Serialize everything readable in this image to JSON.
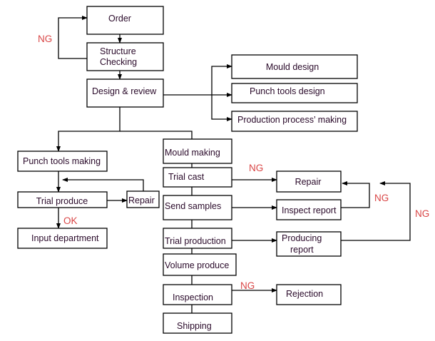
{
  "diagram": {
    "type": "flowchart",
    "colors": {
      "box_stroke": "#000000",
      "text": "#2a0a2a",
      "status_label": "#d94545"
    },
    "nodes": [
      {
        "id": "order",
        "label": [
          "Order"
        ]
      },
      {
        "id": "structure_checking",
        "label": [
          "Structure",
          "Checking"
        ]
      },
      {
        "id": "design_review",
        "label": [
          "Design & review"
        ]
      },
      {
        "id": "mould_design",
        "label": [
          "Mould design"
        ]
      },
      {
        "id": "punch_tools_design",
        "label": [
          "Punch tools design"
        ]
      },
      {
        "id": "production_process_making",
        "label": [
          "Production process’ making"
        ]
      },
      {
        "id": "punch_tools_making",
        "label": [
          "Punch tools making"
        ]
      },
      {
        "id": "trial_produce",
        "label": [
          "Trial produce"
        ]
      },
      {
        "id": "repair_left",
        "label": [
          "Repair"
        ]
      },
      {
        "id": "input_department",
        "label": [
          "Input department"
        ]
      },
      {
        "id": "mould_making",
        "label": [
          "Mould making"
        ]
      },
      {
        "id": "trial_cast",
        "label": [
          "Trial cast"
        ]
      },
      {
        "id": "send_samples",
        "label": [
          "Send samples"
        ]
      },
      {
        "id": "trial_production",
        "label": [
          "Trial production"
        ]
      },
      {
        "id": "volume_produce",
        "label": [
          "Volume produce"
        ]
      },
      {
        "id": "inspection",
        "label": [
          "Inspection"
        ]
      },
      {
        "id": "shipping",
        "label": [
          "Shipping"
        ]
      },
      {
        "id": "repair_right",
        "label": [
          "Repair"
        ]
      },
      {
        "id": "inspect_report",
        "label": [
          "Inspect report"
        ]
      },
      {
        "id": "producing_report",
        "label": [
          "Producing",
          "report"
        ]
      },
      {
        "id": "rejection",
        "label": [
          "Rejection"
        ]
      }
    ],
    "edges": [
      {
        "from": "order",
        "to": "structure_checking",
        "label": ""
      },
      {
        "from": "structure_checking",
        "to": "order",
        "label": "NG"
      },
      {
        "from": "structure_checking",
        "to": "design_review",
        "label": ""
      },
      {
        "from": "design_review",
        "to": "mould_design",
        "label": ""
      },
      {
        "from": "design_review",
        "to": "punch_tools_design",
        "label": ""
      },
      {
        "from": "design_review",
        "to": "production_process_making",
        "label": ""
      },
      {
        "from": "design_review",
        "to": "punch_tools_making",
        "label": ""
      },
      {
        "from": "design_review",
        "to": "mould_making",
        "label": ""
      },
      {
        "from": "punch_tools_making",
        "to": "trial_produce",
        "label": ""
      },
      {
        "from": "trial_produce",
        "to": "repair_left",
        "label": ""
      },
      {
        "from": "repair_left",
        "to": "trial_produce",
        "label": ""
      },
      {
        "from": "trial_produce",
        "to": "input_department",
        "label": "OK"
      },
      {
        "from": "mould_making",
        "to": "trial_cast",
        "label": ""
      },
      {
        "from": "trial_cast",
        "to": "repair_right",
        "label": "NG"
      },
      {
        "from": "trial_cast",
        "to": "send_samples",
        "label": ""
      },
      {
        "from": "send_samples",
        "to": "inspect_report",
        "label": ""
      },
      {
        "from": "inspect_report",
        "to": "repair_right",
        "label": "NG"
      },
      {
        "from": "send_samples",
        "to": "trial_production",
        "label": ""
      },
      {
        "from": "trial_production",
        "to": "producing_report",
        "label": ""
      },
      {
        "from": "producing_report",
        "to": "repair_right",
        "label": "NG"
      },
      {
        "from": "trial_production",
        "to": "volume_produce",
        "label": ""
      },
      {
        "from": "volume_produce",
        "to": "inspection",
        "label": ""
      },
      {
        "from": "inspection",
        "to": "rejection",
        "label": "NG"
      },
      {
        "from": "inspection",
        "to": "shipping",
        "label": ""
      }
    ],
    "status_labels": {
      "ng": "NG",
      "ok": "OK"
    }
  }
}
